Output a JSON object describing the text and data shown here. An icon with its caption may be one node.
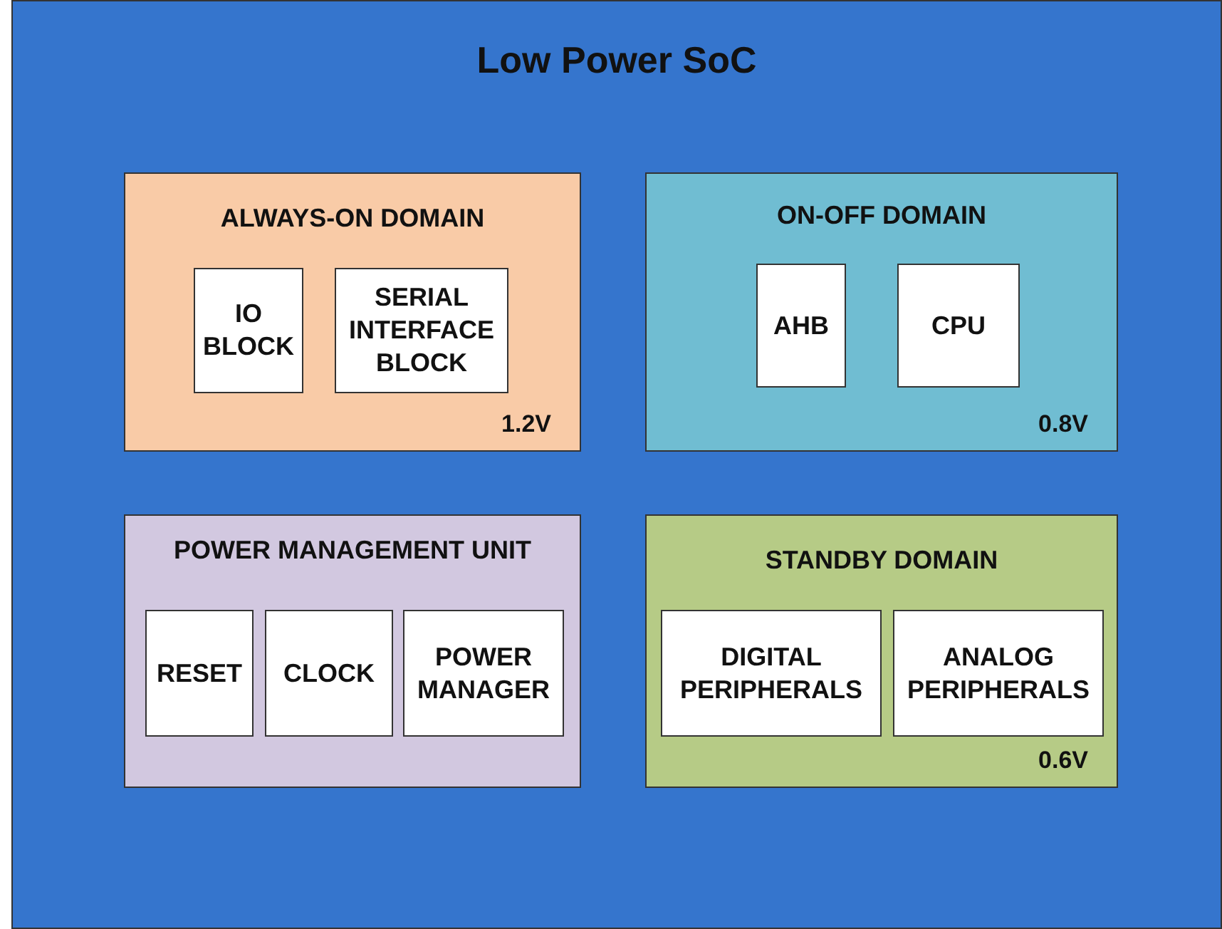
{
  "diagram": {
    "nodes": [
      {
        "text": [
          "Low Power SoC"
        ]
      },
      {
        "text": [
          "ALWAYS-ON DOMAIN",
          "1.2V"
        ],
        "in": 0
      },
      {
        "text": [
          "IO BLOCK"
        ],
        "in": 1
      },
      {
        "text": [
          "SERIAL INTERFACE BLOCK"
        ],
        "in": 1
      },
      {
        "text": [
          "ON-OFF DOMAIN",
          "0.8V"
        ],
        "in": 0
      },
      {
        "text": [
          "AHB"
        ],
        "in": 4
      },
      {
        "text": [
          "CPU"
        ],
        "in": 4
      },
      {
        "text": [
          "POWER MANAGEMENT UNIT"
        ],
        "in": 0
      },
      {
        "text": [
          "RESET"
        ],
        "in": 7
      },
      {
        "text": [
          "CLOCK"
        ],
        "in": 7
      },
      {
        "text": [
          "POWER MANAGER"
        ],
        "in": 7
      },
      {
        "text": [
          "STANDBY DOMAIN",
          "0.6V"
        ],
        "in": 0
      },
      {
        "text": [
          "DIGITAL PERIPHERALS"
        ],
        "in": 11
      },
      {
        "text": [
          "ANALOG PERIPHERALS"
        ],
        "in": 11
      }
    ]
  }
}
